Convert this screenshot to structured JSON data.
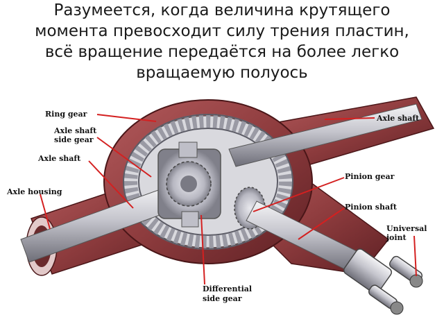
{
  "slide": {
    "title_lines": [
      "Разумеется, когда величина крутящего",
      "момента превосходит силу трения пластин,",
      "всё вращение передаётся на более легко",
      "вращаемую полуось"
    ]
  },
  "diagram": {
    "labels": {
      "ring_gear": "Ring gear",
      "axle_shaft_side_gear_1": "Axle shaft",
      "axle_shaft_side_gear_2": "side gear",
      "axle_shaft_left": "Axle shaft",
      "axle_housing": "Axle housing",
      "axle_shaft_right": "Axle shaft",
      "pinion_gear": "Pinion gear",
      "pinion_shaft": "Pinion shaft",
      "universal_joint_1": "Universal",
      "universal_joint_2": "joint",
      "differential_side_gear_1": "Differential",
      "differential_side_gear_2": "side gear"
    },
    "colors": {
      "housing": "#8e3c3e",
      "housing_dark": "#5e2024",
      "metal": "#c9c9cf",
      "metal_dark": "#7a7a84",
      "leader": "#d42020"
    }
  }
}
